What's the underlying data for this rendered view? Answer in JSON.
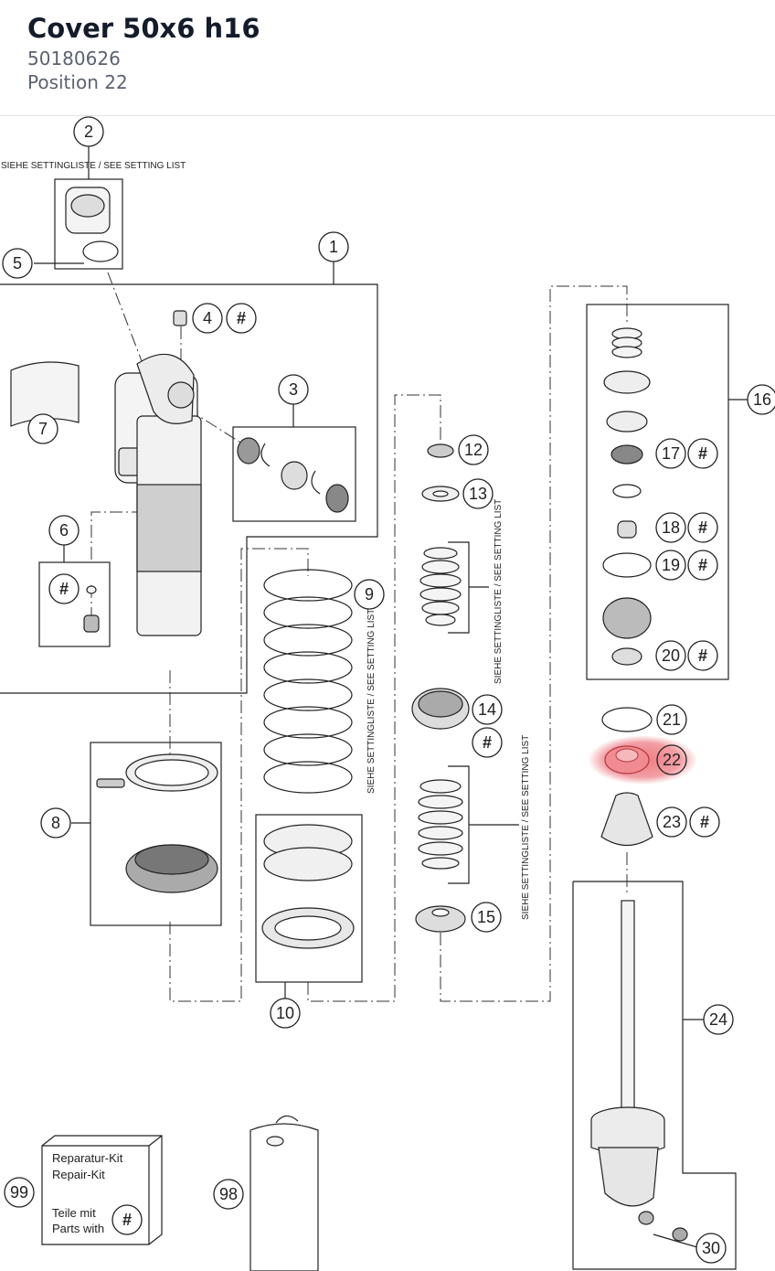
{
  "header": {
    "title": "Cover 50x6 h16",
    "part_number": "50180626",
    "position": "Position 22"
  },
  "diagram": {
    "highlight_label": "22",
    "highlight_color": "#e8505b",
    "setting_note_horizontal": "SIEHE SETTINGLISTE / SEE SETTING LIST",
    "setting_note_spring": "SIEHE SETTINGLISTE / SEE SETTING LIST",
    "setting_note_stack_upper": "SIEHE SETTINGLISTE / SEE SETTING LIST",
    "setting_note_stack_lower": "SIEHE SETTINGLISTE / SEE SETTING LIST",
    "callouts": [
      {
        "id": "c1",
        "label": "1"
      },
      {
        "id": "c2",
        "label": "2"
      },
      {
        "id": "c3",
        "label": "3"
      },
      {
        "id": "c4",
        "label": "4"
      },
      {
        "id": "c5",
        "label": "5"
      },
      {
        "id": "c6",
        "label": "6"
      },
      {
        "id": "c7",
        "label": "7"
      },
      {
        "id": "c8",
        "label": "8"
      },
      {
        "id": "c9",
        "label": "9"
      },
      {
        "id": "c10",
        "label": "10"
      },
      {
        "id": "c12",
        "label": "12"
      },
      {
        "id": "c13",
        "label": "13"
      },
      {
        "id": "c14",
        "label": "14"
      },
      {
        "id": "c15",
        "label": "15"
      },
      {
        "id": "c16",
        "label": "16"
      },
      {
        "id": "c17",
        "label": "17"
      },
      {
        "id": "c18",
        "label": "18"
      },
      {
        "id": "c19",
        "label": "19"
      },
      {
        "id": "c20",
        "label": "20"
      },
      {
        "id": "c21",
        "label": "21"
      },
      {
        "id": "c22",
        "label": "22"
      },
      {
        "id": "c23",
        "label": "23"
      },
      {
        "id": "c24",
        "label": "24"
      },
      {
        "id": "c30",
        "label": "30"
      },
      {
        "id": "c98",
        "label": "98"
      },
      {
        "id": "c99",
        "label": "99"
      }
    ],
    "hash_marker": "#",
    "repair_kit": {
      "line1": "Reparatur-Kit",
      "line2": "Repair-Kit",
      "line3": "Teile mit",
      "line4": "Parts with"
    }
  }
}
